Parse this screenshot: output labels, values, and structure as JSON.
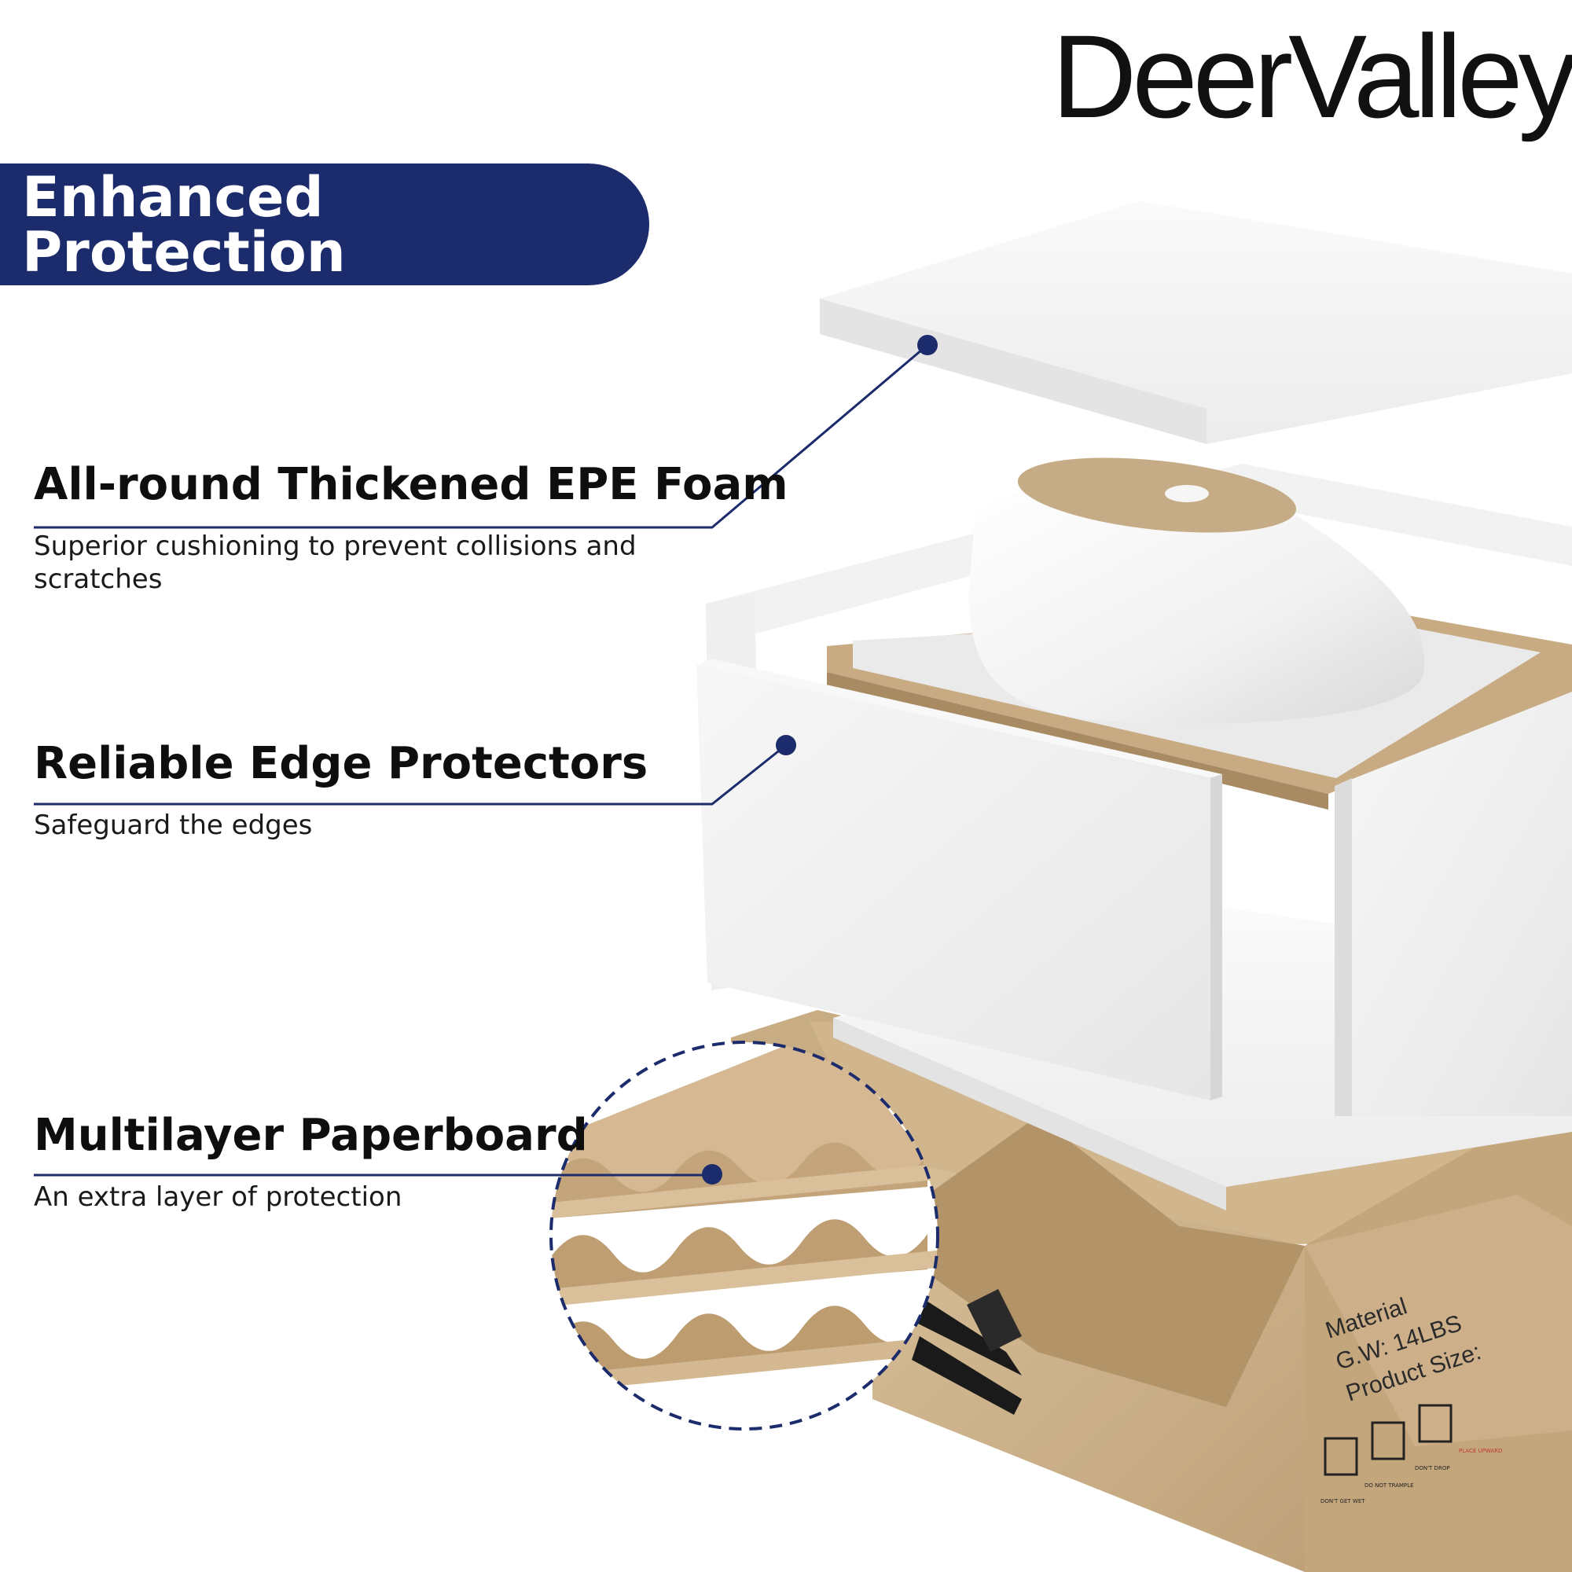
{
  "brand": {
    "name": "DeerValley",
    "registered": "®"
  },
  "banner": {
    "title": "Enhanced Protection"
  },
  "features": [
    {
      "title": "All-round Thickened EPE Foam",
      "description": "Superior cushioning to prevent collisions and scratches"
    },
    {
      "title": "Reliable Edge Protectors",
      "description": "Safeguard the edges"
    },
    {
      "title": "Multilayer Paperboard",
      "description": "An extra layer of protection"
    }
  ],
  "colors": {
    "accent": "#1b2b6b",
    "foam": "#f3f3f3",
    "cardboard": "#c9ae87",
    "text": "#111111"
  },
  "box_label": {
    "material": "Material",
    "gross_weight": "G.W: 14LBS",
    "product_size": "Product Size:",
    "icons": [
      "DON'T GET WET",
      "DO NOT TRAMPLE",
      "DON'T DROP",
      "PLACE UPWARD"
    ]
  }
}
